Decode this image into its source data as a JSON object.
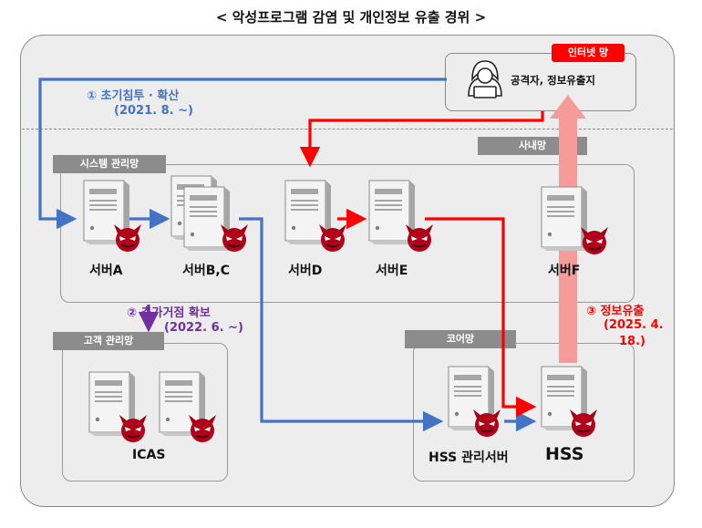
{
  "title": "< 악성프로그램 감염 및 개인정보 유출 경위 >",
  "internet": {
    "badge": "인터넷 망",
    "attacker": "공격자, 정보유출지"
  },
  "zones": {
    "intranet": "사내망",
    "system_mgmt": "시스템 관리망",
    "customer_mgmt": "고객 관리망",
    "core": "코어망"
  },
  "servers": {
    "a": "서버A",
    "bc": "서버B,C",
    "d": "서버D",
    "e": "서버E",
    "f": "서버F",
    "icas": "ICAS",
    "hss_mgmt": "HSS 관리서버",
    "hss": "HSS"
  },
  "annotations": {
    "step1": {
      "num": "①",
      "text": "초기침투 · 확산",
      "date": "(2021. 8. ~)",
      "color": "#4472c4"
    },
    "step2": {
      "num": "②",
      "text": "추가거점 확보",
      "date": "(2022. 6. ~)",
      "color": "#7030a0"
    },
    "step3": {
      "num": "③",
      "text": "정보유출",
      "date": "(2025. 4.",
      "date2": "18.)",
      "color": "#ff0000"
    }
  }
}
